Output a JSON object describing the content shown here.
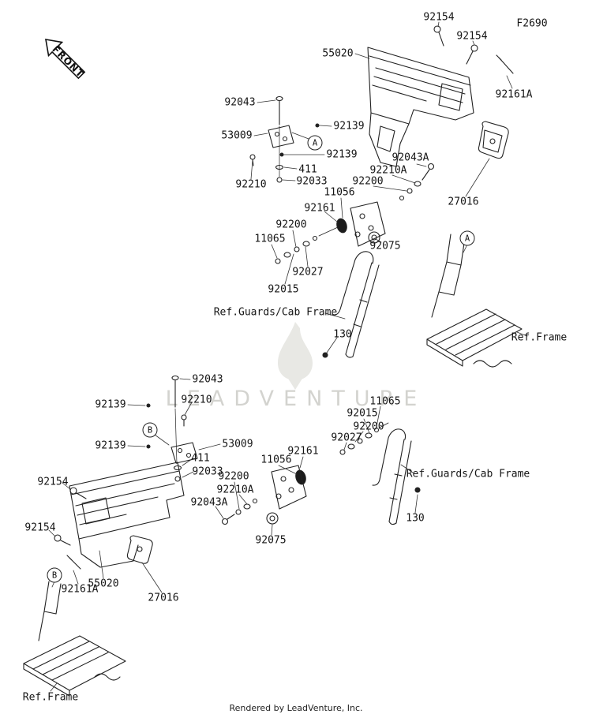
{
  "header": {
    "front": "FRONT",
    "code": "F2690"
  },
  "watermark": {
    "text": "LEADVENTURE"
  },
  "footer": {
    "text": "Rendered by LeadVenture, Inc."
  },
  "colors": {
    "line": "#222222",
    "label_text": "#151515",
    "watermark_text": "#c9c9c4"
  },
  "callouts": [
    {
      "text": "A"
    },
    {
      "text": "A"
    },
    {
      "text": "B"
    },
    {
      "text": "B"
    }
  ],
  "labels": [
    {
      "text": "92154"
    },
    {
      "text": "92154"
    },
    {
      "text": "55020"
    },
    {
      "text": "92161A"
    },
    {
      "text": "92043"
    },
    {
      "text": "53009"
    },
    {
      "text": "92139"
    },
    {
      "text": "92139"
    },
    {
      "text": "411"
    },
    {
      "text": "92210"
    },
    {
      "text": "92033"
    },
    {
      "text": "92043A"
    },
    {
      "text": "92210A"
    },
    {
      "text": "92200"
    },
    {
      "text": "11056"
    },
    {
      "text": "27016"
    },
    {
      "text": "92161"
    },
    {
      "text": "92200"
    },
    {
      "text": "11065"
    },
    {
      "text": "92075"
    },
    {
      "text": "92027"
    },
    {
      "text": "92015"
    },
    {
      "text": "Ref.Guards/Cab Frame"
    },
    {
      "text": "130"
    },
    {
      "text": "Ref.Frame"
    },
    {
      "text": "92043"
    },
    {
      "text": "92210"
    },
    {
      "text": "92139"
    },
    {
      "text": "53009"
    },
    {
      "text": "92139"
    },
    {
      "text": "411"
    },
    {
      "text": "92033"
    },
    {
      "text": "11065"
    },
    {
      "text": "92015"
    },
    {
      "text": "92200"
    },
    {
      "text": "92027"
    },
    {
      "text": "92161"
    },
    {
      "text": "11056"
    },
    {
      "text": "92200"
    },
    {
      "text": "92210A"
    },
    {
      "text": "92043A"
    },
    {
      "text": "Ref.Guards/Cab Frame"
    },
    {
      "text": "92154"
    },
    {
      "text": "130"
    },
    {
      "text": "92154"
    },
    {
      "text": "92075"
    },
    {
      "text": "55020"
    },
    {
      "text": "92161A"
    },
    {
      "text": "27016"
    },
    {
      "text": "Ref.Frame"
    }
  ]
}
